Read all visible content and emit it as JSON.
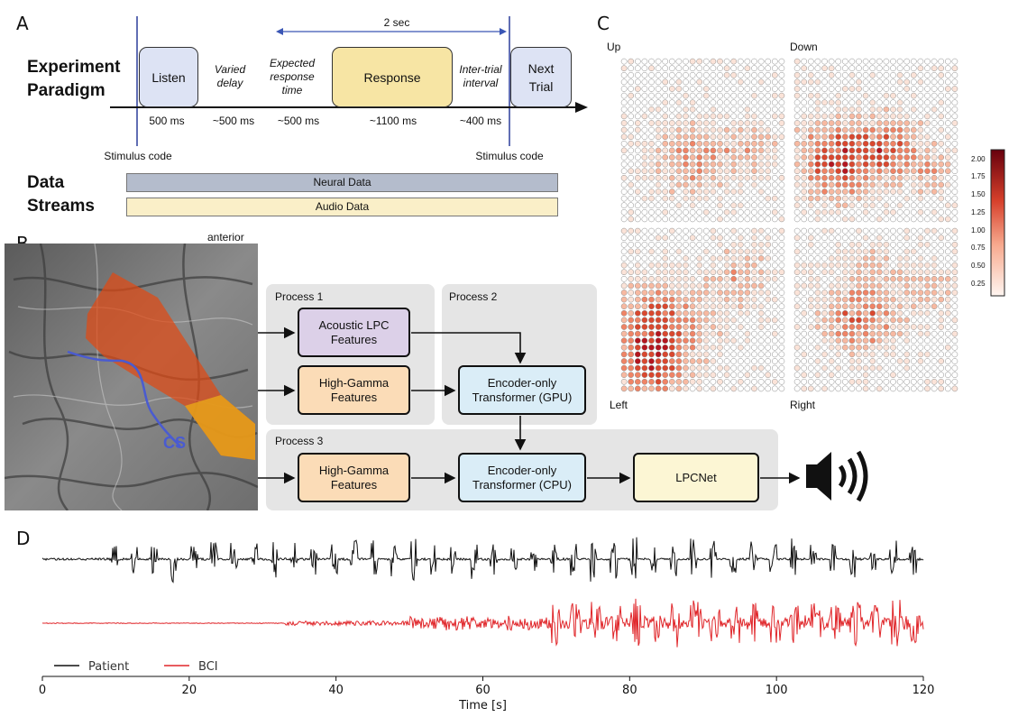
{
  "panels": {
    "a": "A",
    "b": "B",
    "c": "C",
    "d": "D"
  },
  "paradigm": {
    "title_line1": "Experiment",
    "title_line2": "Paradigm",
    "phases": [
      {
        "label": "Listen",
        "color": "#dde3f4"
      },
      {
        "label": "Response",
        "color": "#f7e5a4"
      },
      {
        "label": "Next\nTrial",
        "color": "#dde3f4"
      }
    ],
    "italic_labels": [
      "Varied\ndelay",
      "Expected\nresponse\ntime",
      "Inter-trial\ninterval"
    ],
    "durations": [
      "500 ms",
      "~500 ms",
      "~500 ms",
      "~1100 ms",
      "~400 ms"
    ],
    "interval_label": "2 sec",
    "stimulus_code_left": "Stimulus code",
    "stimulus_code_right": "Stimulus code"
  },
  "streams": {
    "title_line1": "Data",
    "title_line2": "Streams",
    "neural": "Neural Data",
    "audio": "Audio Data",
    "neural_color": "#b4bccc",
    "audio_color": "#faefc8"
  },
  "brain": {
    "anterior_label": "anterior",
    "cs_label": "CS"
  },
  "pipeline": {
    "process1": "Process 1",
    "process2": "Process 2",
    "process3": "Process 3",
    "acoustic": "Acoustic LPC\nFeatures",
    "hg1": "High-Gamma\nFeatures",
    "enc_gpu": "Encoder-only\nTransformer (GPU)",
    "hg2": "High-Gamma\nFeatures",
    "enc_cpu": "Encoder-only\nTransformer (CPU)",
    "lpcnet": "LPCNet",
    "colors": {
      "acoustic": "#dcd0e8",
      "hg": "#fbdcb7",
      "enc": "#daedf7",
      "lpcnet": "#fcf6d4"
    }
  },
  "heatmaps": {
    "labels": [
      "Up",
      "Down",
      "Left",
      "Right"
    ],
    "colorbar_ticks": [
      "2.00",
      "1.75",
      "1.50",
      "1.25",
      "1.00",
      "0.75",
      "0.50",
      "0.25"
    ]
  },
  "chart_data": {
    "type": "line",
    "xlabel": "Time [s]",
    "xlim": [
      0,
      120
    ],
    "xticks": [
      "0",
      "20",
      "40",
      "60",
      "80",
      "100",
      "120"
    ],
    "series": [
      {
        "name": "Patient",
        "color": "#111111"
      },
      {
        "name": "BCI",
        "color": "#e0262a"
      }
    ],
    "legend": "bottom-left"
  }
}
